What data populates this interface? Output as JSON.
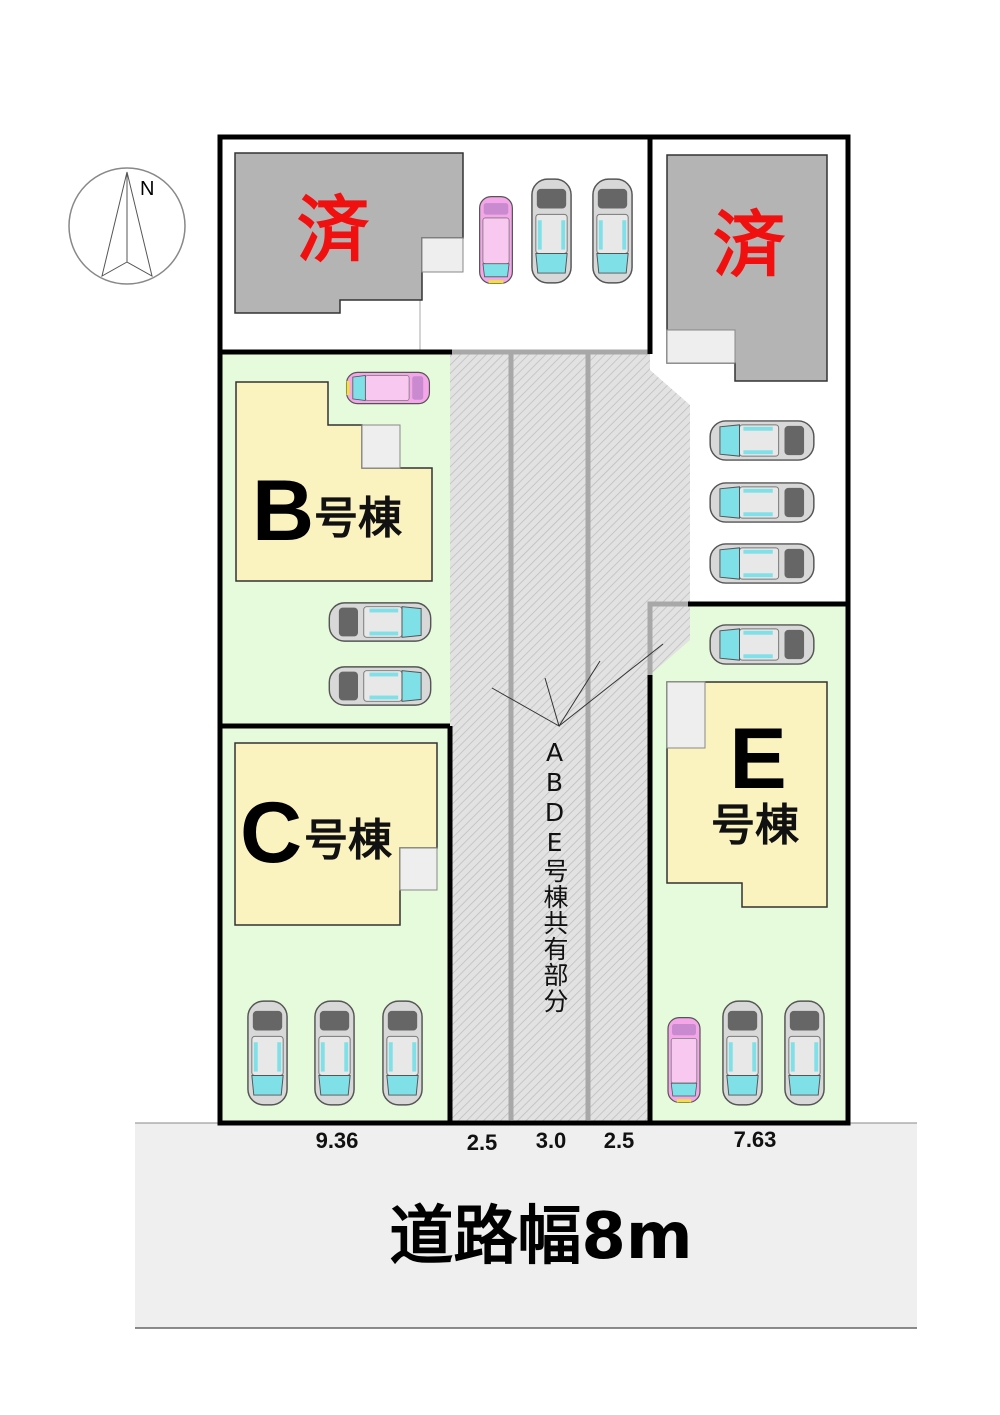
{
  "compass": {
    "label": "N"
  },
  "lots": {
    "sold_left": {
      "label": "済"
    },
    "sold_right": {
      "label": "済"
    },
    "b": {
      "letter": "B",
      "suffix": "号棟"
    },
    "c": {
      "letter": "C",
      "suffix": "号棟"
    },
    "e": {
      "letter": "E",
      "suffix": "号棟"
    }
  },
  "shared_area": {
    "label": "ABDE号棟共有部分"
  },
  "dimensions": {
    "left": "9.36",
    "shared_left": "2.5",
    "shared_center": "3.0",
    "shared_right": "2.5",
    "right": "7.63"
  },
  "road": {
    "label": "道路幅8m"
  },
  "colors": {
    "lot_green": "#e6fbdc",
    "building_yellow": "#fbf3bf",
    "building_sold": "#b4b4b4",
    "sold_text": "#f01010",
    "road": "#efefef",
    "car_pink": "#f4a6e8",
    "car_grey": "#d8d8d8"
  }
}
